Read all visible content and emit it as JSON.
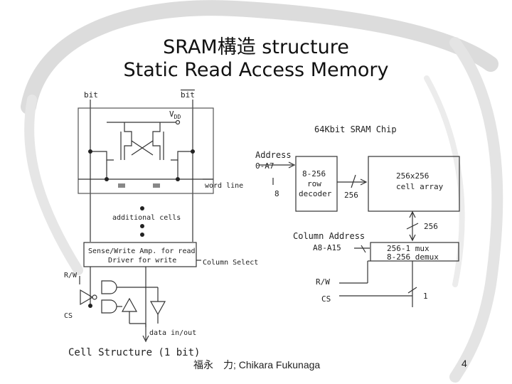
{
  "slide": {
    "title_line1": "SRAM構造 structure",
    "title_line2": "Static Read Access Memory",
    "footer_author": "福永　力; Chikara Fukunaga",
    "page_number": "4"
  },
  "cell_diagram": {
    "bit": "bit",
    "bit_bar": "bit",
    "vdd": "V",
    "vdd_sub": "DD",
    "word_line": "word line",
    "additional_cells": "additional cells",
    "sense_amp_line1": "Sense/Write Amp. for read",
    "sense_amp_line2": "Driver for write",
    "column_select": "Column Select",
    "rw": "R/W",
    "cs": "CS",
    "data_in_out": "data in/out",
    "caption": "Cell Structure (1 bit)"
  },
  "chip_diagram": {
    "title": "64Kbit SRAM Chip",
    "address": "Address",
    "address_range": "0-A7",
    "decoder_line1": "8-256",
    "decoder_line2": "row",
    "decoder_line3": "decoder",
    "bus_8": "8",
    "bus_256_row": "256",
    "array_line1": "256x256",
    "array_line2": "cell array",
    "bus_256_col": "256",
    "column_address": "Column Address",
    "column_range": "A8-A15",
    "mux_line1": "256-1 mux",
    "mux_line2": "8-256 demux",
    "rw": "R/W",
    "cs": "CS",
    "bus_1": "1"
  }
}
